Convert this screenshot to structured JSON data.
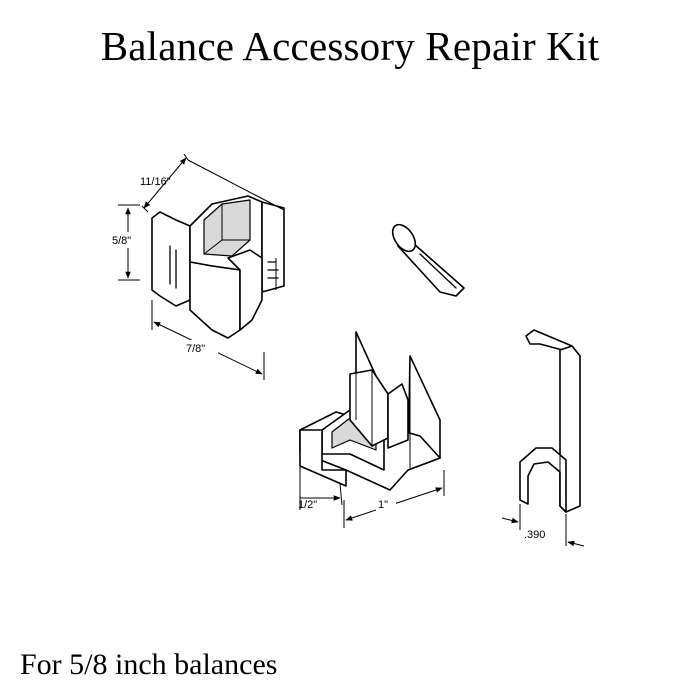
{
  "title": "Balance Accessory Repair Kit",
  "footer": "For 5/8 inch balances",
  "dimensions": {
    "shoe_width": "11/16\"",
    "shoe_height": "5/8\"",
    "shoe_length": "7/8\"",
    "cam_width": "1/2\"",
    "cam_length": "1\"",
    "clip_width": ".390"
  }
}
